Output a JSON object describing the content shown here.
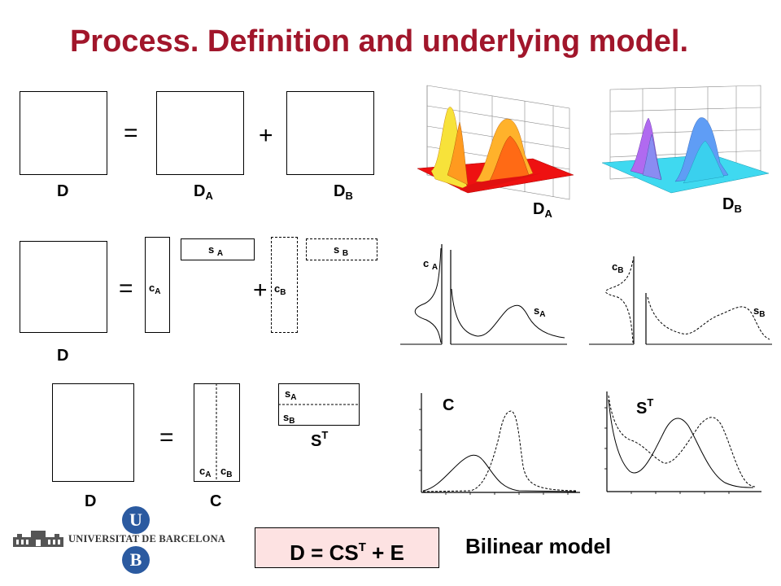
{
  "title": "Process. Definition and underlying model.",
  "row1": {
    "eq": "=",
    "plus": "+",
    "D": "D",
    "DA_main": "D",
    "DA_sub": "A",
    "DB_main": "D",
    "DB_sub": "B"
  },
  "surfaces": {
    "A_main": "D",
    "A_sub": "A",
    "B_main": "D",
    "B_sub": "B"
  },
  "row2": {
    "eq": "=",
    "plus": "+",
    "D": "D",
    "cA_main": "c",
    "cA_sub": "A",
    "cB_main": "c",
    "cB_sub": "B",
    "sA_main": "s",
    "sA_sub": "A",
    "sB_main": "s",
    "sB_sub": "B"
  },
  "profiles": {
    "A": {
      "c_main": "c",
      "c_sub": "A",
      "s_main": "s",
      "s_sub": "A"
    },
    "B": {
      "c_main": "c",
      "c_sub": "B",
      "s_main": "s",
      "s_sub": "B"
    }
  },
  "row3": {
    "eq": "=",
    "D": "D",
    "C": "C",
    "cA_main": "c",
    "cA_sub": "A",
    "cB_main": "c",
    "cB_sub": "B",
    "sA_main": "s",
    "sA_sub": "A",
    "sB_main": "s",
    "sB_sub": "B",
    "ST_main": "S",
    "ST_sup": "T"
  },
  "plots": {
    "C_label": "C",
    "ST_main": "S",
    "ST_sup": "T"
  },
  "logo": {
    "name": "UNIVERSITAT DE BARCELONA",
    "letter_top": "U",
    "letter_bottom": "B"
  },
  "equation": {
    "pre": "D = CS",
    "sup": "T",
    "post": " + E"
  },
  "model_label": "Bilinear model",
  "colors": {
    "title": "#a1162b",
    "equation_bg": "#fde2e2",
    "logo_blue": "#2b5aa0"
  }
}
